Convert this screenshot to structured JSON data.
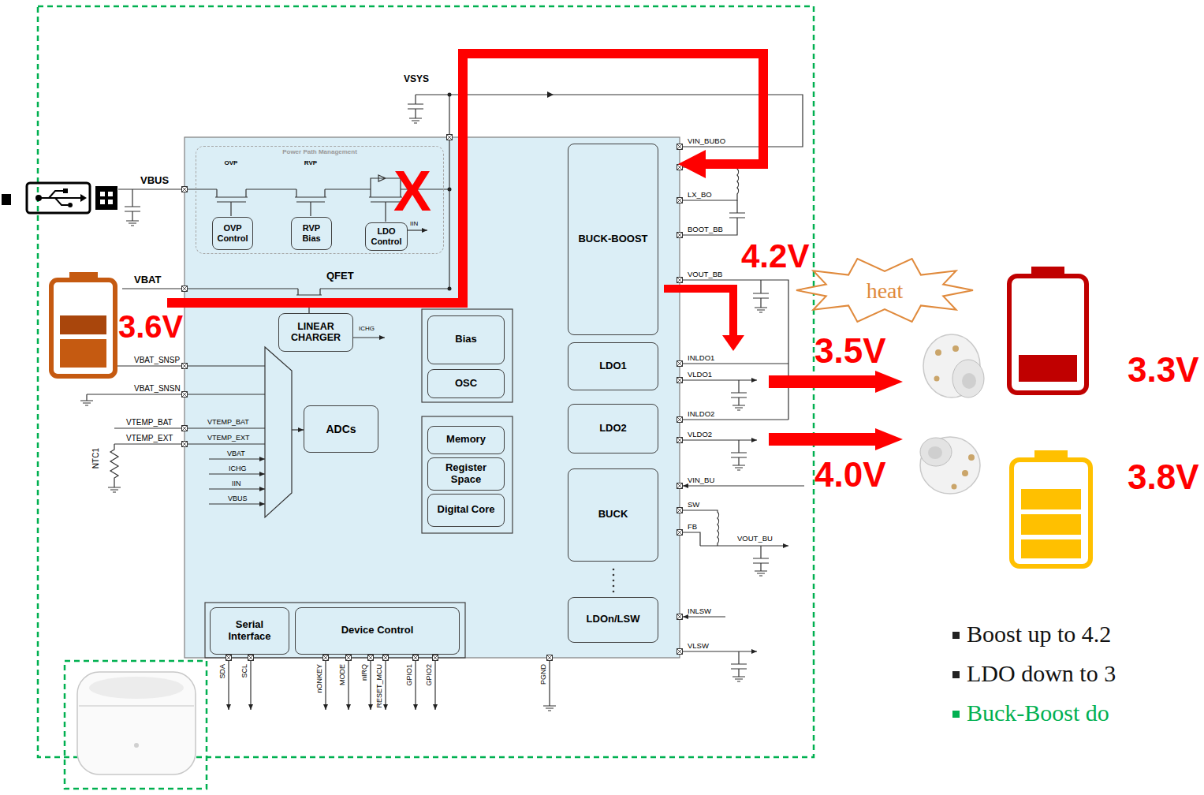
{
  "diagram": {
    "nodes": [
      {
        "text": [
          "Power Path Management"
        ]
      },
      {
        "text": [
          "OVP Control"
        ],
        "in": 0
      },
      {
        "text": [
          "RVP Bias"
        ],
        "in": 0
      },
      {
        "text": [
          "LDO Control"
        ],
        "in": 0
      },
      {
        "text": [
          "LINEAR CHARGER"
        ]
      },
      {
        "text": [
          "Bias"
        ]
      },
      {
        "text": [
          "OSC"
        ]
      },
      {
        "text": [
          "ADCs"
        ]
      },
      {
        "text": [
          "Memory"
        ]
      },
      {
        "text": [
          "Register Space"
        ]
      },
      {
        "text": [
          "Digital Core"
        ]
      },
      {
        "text": [
          "BUCK-BOOST"
        ]
      },
      {
        "text": [
          "LDO1"
        ]
      },
      {
        "text": [
          "LDO2"
        ]
      },
      {
        "text": [
          "BUCK"
        ]
      },
      {
        "text": [
          "LDOn/LSW"
        ]
      },
      {
        "text": [
          "Serial Interface"
        ]
      },
      {
        "text": [
          "Device Control"
        ]
      }
    ],
    "labels": [
      "VSYS",
      "OVP",
      "RVP",
      "VBUS",
      "IIN",
      "X",
      "VBAT",
      "QFET",
      "3.6V",
      "ICHG",
      "VBAT_SNSP",
      "VBAT_SNSN",
      "VTEMP_BAT",
      "VTEMP_EXT",
      "NTC1",
      "VTEMP_BAT",
      "VTEMP_EXT",
      "VBAT",
      "ICHG",
      "IIN",
      "VBUS",
      "VIN_BUBO",
      "LX_BO",
      "BOOT_BB",
      "VOUT_BB",
      "4.2V",
      "heat",
      "3.5V",
      "3.3V",
      "INLDO1",
      "VLDO1",
      "INLDO2",
      "VLDO2",
      "4.0V",
      "3.8V",
      "VIN_BU",
      "SW",
      "FB",
      "VOUT_BU",
      "INLSW",
      "VLSW",
      "PGND",
      "SDA",
      "SCL",
      "nONKEY",
      "MODE",
      "nIRQ",
      "RESET_MCU",
      "GPIO1",
      "GPIO2",
      "Boost up to 4.2",
      "LDO down to 3",
      "Buck-Boost do"
    ]
  }
}
